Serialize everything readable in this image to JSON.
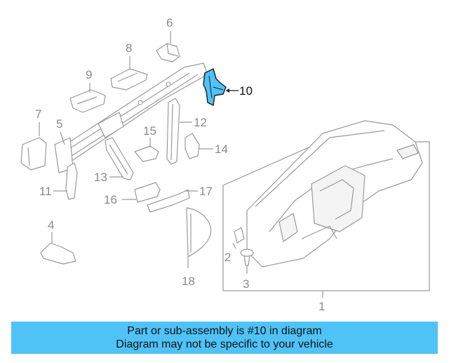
{
  "diagram": {
    "highlight_color": "#4fc3f7",
    "callouts": {
      "c1": "1",
      "c2": "2",
      "c3": "3",
      "c4": "4",
      "c5": "5",
      "c6": "6",
      "c7": "7",
      "c8": "8",
      "c9": "9",
      "c10": "10",
      "c11": "11",
      "c12": "12",
      "c13": "13",
      "c14": "14",
      "c15": "15",
      "c16": "16",
      "c17": "17",
      "c18": "18"
    },
    "highlighted_part": "10"
  },
  "banner": {
    "line1": "Part or sub-assembly is #10 in diagram",
    "line2": "Diagram may not be specific to your vehicle",
    "background": "#4fc3f7"
  }
}
